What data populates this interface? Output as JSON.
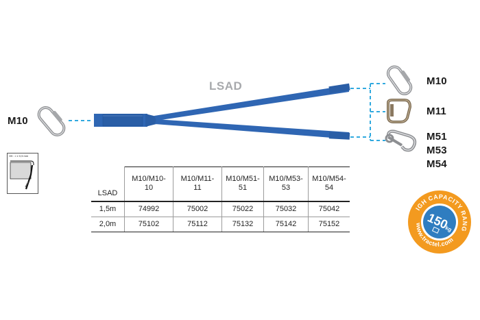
{
  "product": {
    "name": "LSAD",
    "left_connector": "M10",
    "right_connectors": [
      "M10",
      "M11",
      "M51",
      "M53",
      "M54"
    ]
  },
  "table": {
    "corner_header": "LSAD",
    "column_headers": [
      "M10/M10-\n10",
      "M10/M11-\n11",
      "M10/M51-\n51",
      "M10/M53-\n53",
      "M10/M54-\n54"
    ],
    "rows": [
      {
        "length": "1,5m",
        "codes": [
          "74992",
          "75002",
          "75022",
          "75032",
          "75042"
        ]
      },
      {
        "length": "2,0m",
        "codes": [
          "75102",
          "75112",
          "75132",
          "75142",
          "75152"
        ]
      }
    ]
  },
  "instruction_box": {
    "text": "OK : r ≥ 0,5 mm"
  },
  "badge": {
    "top_text": "HIGH CAPACITY RANGE",
    "value": "150",
    "unit": "kg",
    "bottom_text": "www.tractel.com",
    "ring_color": "#f39a1f",
    "center_color": "#2f7dc0"
  },
  "colors": {
    "webbing": "#2f66b3",
    "webbing_dark": "#1d4c94",
    "dashed": "#30a9df"
  }
}
